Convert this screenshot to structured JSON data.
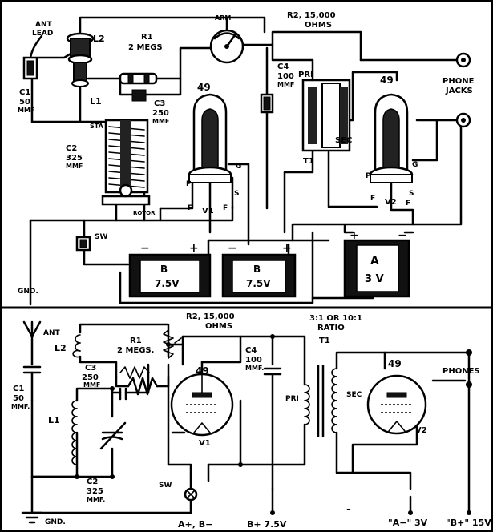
{
  "pictorial": {
    "ant_lead": [
      "ANT",
      "LEAD"
    ],
    "l2": "L2",
    "l1": "L1",
    "r1": [
      "R1",
      "2 MEGS"
    ],
    "arm": "ARM",
    "r2": [
      "R2, 15,000",
      "OHMS"
    ],
    "c1": [
      "C1",
      "50",
      "MMF"
    ],
    "c3": [
      "C3",
      "250",
      "MMF"
    ],
    "c2": [
      "C2",
      "325",
      "MMF"
    ],
    "sta": "STA",
    "rotor": "ROTOR",
    "tube1": "49",
    "v1": "V1",
    "c4": [
      "C4",
      "100",
      "MMF"
    ],
    "pri": "PRI",
    "sec": "SEC",
    "t1": "T1",
    "tube2": "49",
    "v2": "V2",
    "phone_jacks": [
      "PHONE",
      "JACKS"
    ],
    "pin_p": "P",
    "pin_g": "G",
    "pin_f": "F",
    "pin_s": "S",
    "sw": "SW",
    "gnd": "GND.",
    "bat_b1": {
      "name": "B",
      "volts": "7.5V"
    },
    "bat_b2": {
      "name": "B",
      "volts": "7.5V"
    },
    "bat_a": {
      "name": "A",
      "volts": "3 V"
    },
    "plus": "+",
    "minus": "−"
  },
  "schematic": {
    "ant": "ANT",
    "l2": "L2",
    "r1": [
      "R1",
      "2 MEGS."
    ],
    "r2": [
      "R2, 15,000",
      "OHMS"
    ],
    "c3": [
      "C3",
      "250",
      "MMF"
    ],
    "c1": [
      "C1",
      "50",
      "MMF."
    ],
    "l1": "L1",
    "c2": [
      "C2",
      "325",
      "MMF."
    ],
    "tube1": "49",
    "v1": "V1",
    "sw": "SW",
    "c4": [
      "C4",
      "100",
      "MMF."
    ],
    "ratio": [
      "3:1 OR 10:1",
      "RATIO"
    ],
    "t1": "T1",
    "pri": "PRI",
    "sec": "SEC",
    "tube2": "49",
    "v2": "V2",
    "phones": "PHONES",
    "gnd": "GND.",
    "a_b": "A+, B−",
    "b75": "B+ 7.5V",
    "dash": "-",
    "a3": "\"A−\" 3V",
    "b15": "\"B+\" 15V"
  }
}
